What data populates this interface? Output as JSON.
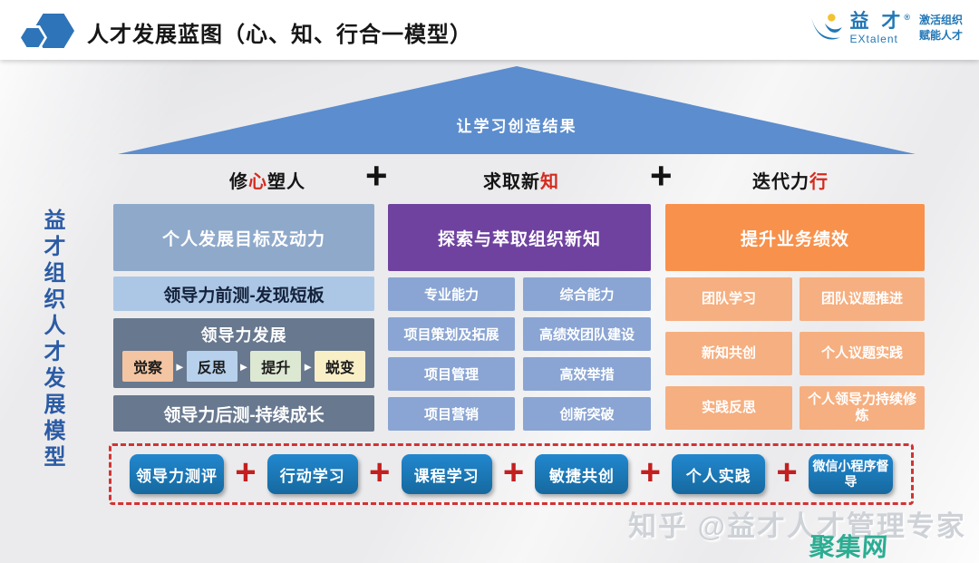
{
  "header": {
    "title": "人才发展蓝图（心、知、行合一模型）",
    "logo": {
      "name_cn": "益 才",
      "reg": "®",
      "name_en": "EXtalent",
      "tagline1": "激活组织",
      "tagline2": "赋能人才"
    }
  },
  "roof": {
    "label": "让学习创造结果"
  },
  "pillars": {
    "plus": "+",
    "items": [
      {
        "pre": "修",
        "red": "心",
        "post": "塑人"
      },
      {
        "pre": "求取新",
        "red": "知",
        "post": ""
      },
      {
        "pre": "迭代力",
        "red": "行",
        "post": ""
      }
    ]
  },
  "side_label": "益才组织人才发展模型",
  "columns": {
    "mind": {
      "header": "个人发展目标及动力",
      "pre_test": "领导力前测-发现短板",
      "development": {
        "title": "领导力发展",
        "steps": [
          "觉察",
          "反思",
          "提升",
          "蜕变"
        ],
        "step_colors": [
          "#F4C5A2",
          "#B7D1EC",
          "#DDE8D3",
          "#F9EFC7"
        ]
      },
      "post_test": "领导力后测-持续成长"
    },
    "knowledge": {
      "header": "探索与萃取组织新知",
      "rows": [
        [
          "专业能力",
          "综合能力"
        ],
        [
          "项目策划及拓展",
          "高绩效团队建设"
        ],
        [
          "项目管理",
          "高效举措"
        ],
        [
          "项目营销",
          "创新突破"
        ]
      ]
    },
    "action": {
      "header": "提升业务绩效",
      "rows": [
        [
          "团队学习",
          "团队议题推进"
        ],
        [
          "新知共创",
          "个人议题实践"
        ],
        [
          "实践反思",
          "个人领导力持续修炼"
        ]
      ]
    }
  },
  "bottom_row": {
    "plus": "+",
    "buttons": [
      "领导力测评",
      "行动学习",
      "课程学习",
      "敏捷共创",
      "个人实践",
      "微信小程序督导"
    ]
  },
  "watermarks": {
    "zhihu": "知乎 @益才人才管理专家",
    "site": "聚集网"
  },
  "colors": {
    "triangle": "#5C8DCE",
    "mind_header": "#8FA9CB",
    "mind_pretest": "#ABC7E5",
    "mind_dark": "#67788F",
    "knowledge_header": "#6F42A0",
    "knowledge_cell": "#8AA5D3",
    "action_header": "#F8914B",
    "action_cell": "#F6AF80",
    "button_blue": "#1979C0",
    "accent_red": "#D42B1E",
    "dashed_border": "#D23333",
    "brand_blue": "#2277B6",
    "site_watermark": "#2BAD92"
  }
}
